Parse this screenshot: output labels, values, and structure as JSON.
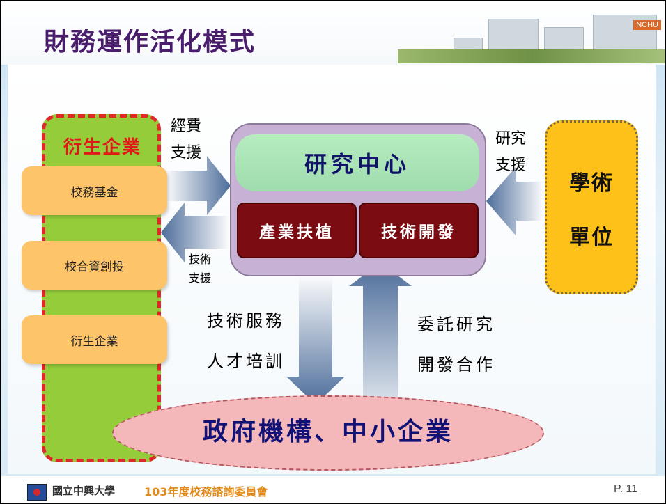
{
  "title": "財務運作活化模式",
  "header_badge": "NCHU",
  "left_column": {
    "title": "衍生企業",
    "items": [
      "校務基金",
      "校合資創投",
      "衍生企業"
    ]
  },
  "center": {
    "top_label": "研究中心",
    "bottom_left": "產業扶植",
    "bottom_right": "技術開發"
  },
  "academic_unit": {
    "line1": "學術",
    "line2": "單位"
  },
  "arrow_labels": {
    "funding_support_1": "經費",
    "funding_support_2": "支援",
    "tech_support_1": "技術",
    "tech_support_2": "支援",
    "research_support_1": "研究",
    "research_support_2": "支援",
    "down_label_1": "技術服務",
    "down_label_2": "人才培訓",
    "up_label_1": "委託研究",
    "up_label_2": "開發合作"
  },
  "ellipse_text": "政府機構、中小企業",
  "footer": {
    "logo_text": "國立中興大學",
    "title": "103年度校務諮詢委員會",
    "page": "P. 11"
  },
  "colors": {
    "green": "#95cc3a",
    "orange": "#fdc46a",
    "gold": "#fdc11a",
    "maroon": "#7b0c12",
    "lavender": "#c7b2d6",
    "mint": "#a6e2b4",
    "pink": "#f4b8bb",
    "arrow": "#4d6d9a"
  }
}
